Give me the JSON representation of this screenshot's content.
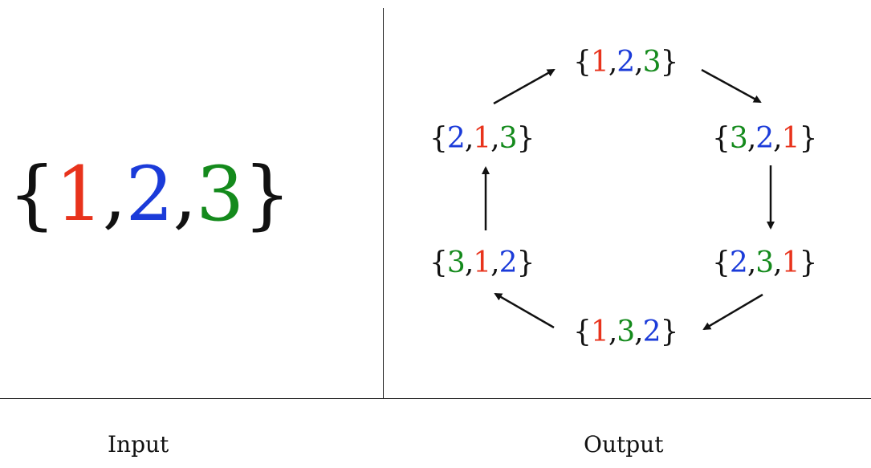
{
  "colors": {
    "1": "#e8331c",
    "2": "#1b3bd9",
    "3": "#148a1c",
    "text": "#111111"
  },
  "input": {
    "elements": [
      "1",
      "2",
      "3"
    ],
    "caption": "Input"
  },
  "output": {
    "caption": "Output",
    "permutations": [
      [
        "1",
        "2",
        "3"
      ],
      [
        "3",
        "2",
        "1"
      ],
      [
        "2",
        "3",
        "1"
      ],
      [
        "1",
        "3",
        "2"
      ],
      [
        "3",
        "1",
        "2"
      ],
      [
        "2",
        "1",
        "3"
      ]
    ]
  }
}
